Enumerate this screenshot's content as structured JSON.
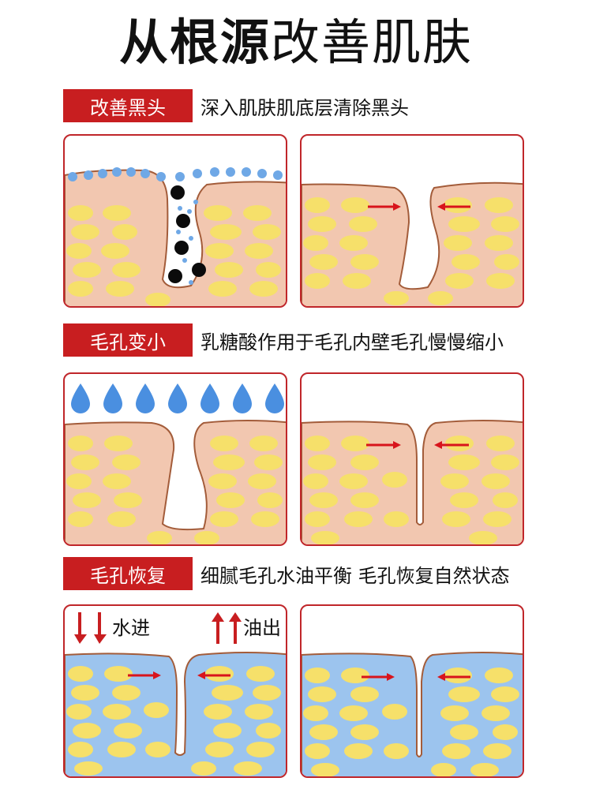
{
  "title": {
    "bold": "从根源",
    "light": "改善肌肤"
  },
  "sections": [
    {
      "tag": "改善黑头",
      "description": "深入肌肤肌底层清除黑头"
    },
    {
      "tag": "毛孔变小",
      "description": "乳糖酸作用于毛孔内壁毛孔慢慢缩小"
    },
    {
      "tag": "毛孔恢复",
      "description": "细腻毛孔水油平衡 毛孔恢复自然状态"
    }
  ],
  "flow_labels": {
    "water_in": "水进",
    "oil_out": "油出"
  },
  "colors": {
    "tag": "#c81e20",
    "border": "#c0262a",
    "skin": "#f2c7b0",
    "skin_outline": "#a35c3a",
    "cell": "#f6e06a",
    "hydrated": "#9cc4ee",
    "arrow": "#d8141c",
    "droplet": "#4a8fe0",
    "blackhead": "#0b0b0b",
    "bubble": "#6fa8e6"
  }
}
